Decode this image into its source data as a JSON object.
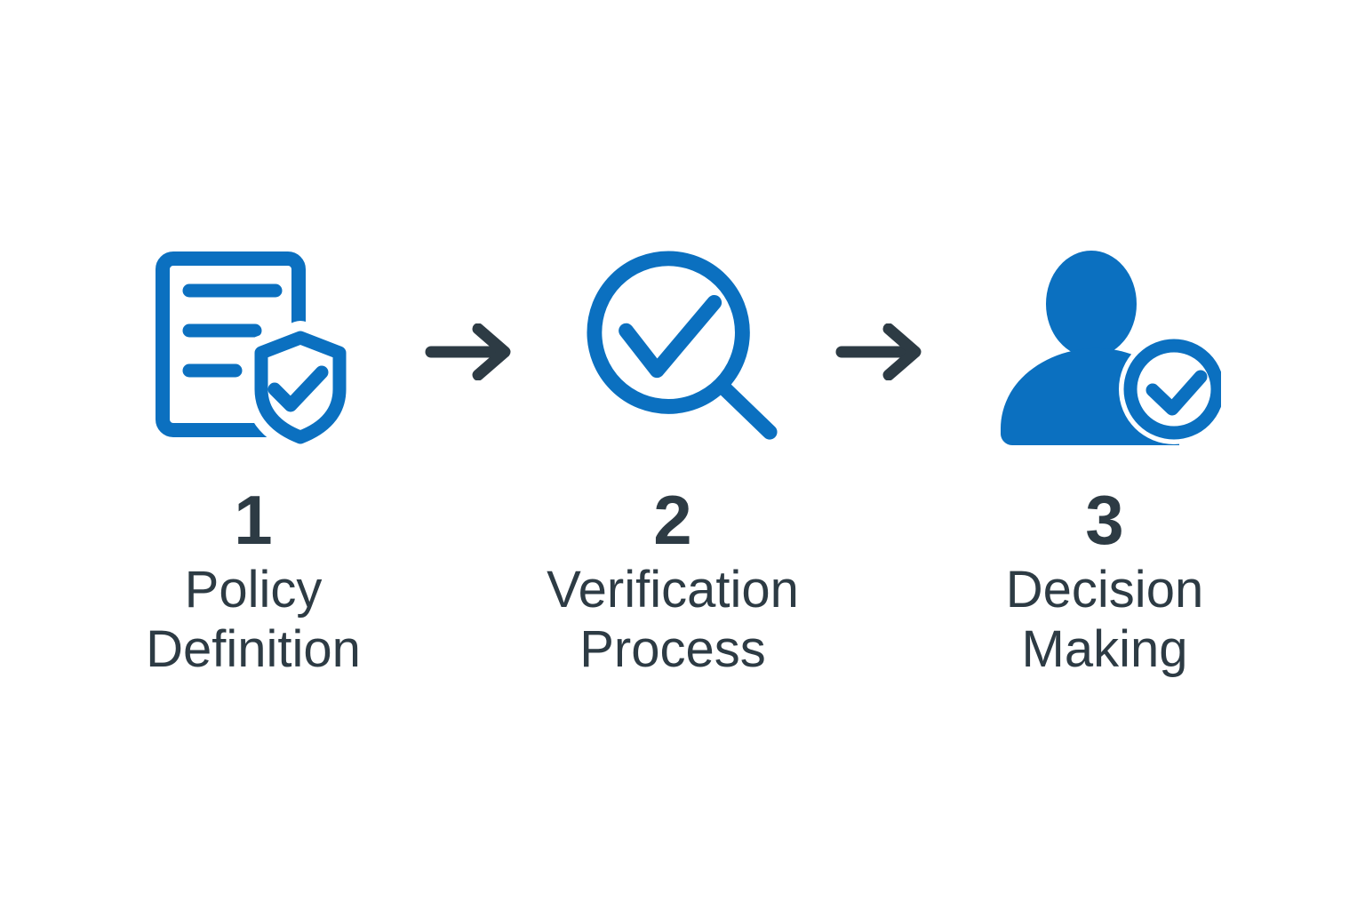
{
  "diagram": {
    "type": "process-flow",
    "colors": {
      "accent_blue": "#0b70c0",
      "dark_slate": "#2d3b44",
      "background": "#ffffff"
    },
    "steps": [
      {
        "number": "1",
        "label_line1": "Policy",
        "label_line2": "Definition",
        "icon": "document-shield-check-icon"
      },
      {
        "number": "2",
        "label_line1": "Verification",
        "label_line2": "Process",
        "icon": "magnifier-check-icon"
      },
      {
        "number": "3",
        "label_line1": "Decision",
        "label_line2": "Making",
        "icon": "person-check-icon"
      }
    ],
    "connectors": [
      {
        "icon": "right-arrow-icon"
      },
      {
        "icon": "right-arrow-icon"
      }
    ]
  }
}
